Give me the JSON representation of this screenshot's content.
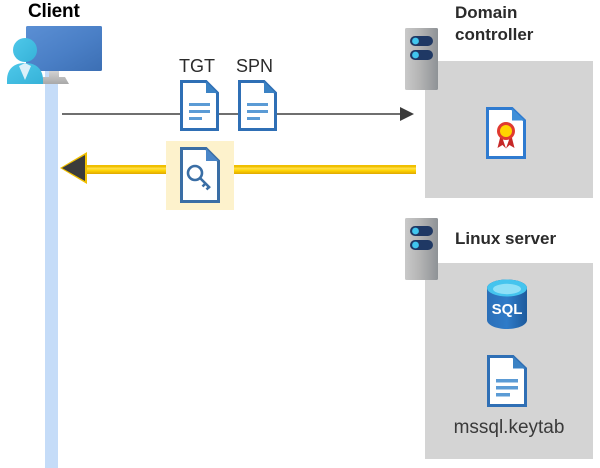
{
  "diagram": {
    "type": "sequence-diagram",
    "title_client": "Client",
    "title_domain_controller": "Domain controller",
    "title_linux_server": "Linux server"
  },
  "messages": {
    "request": {
      "labels": [
        "TGT",
        "SPN"
      ],
      "direction": "client-to-domain-controller",
      "color": "#6f6f6f"
    },
    "response": {
      "icon": "key-document-icon",
      "direction": "domain-controller-to-client",
      "color": "#f0bf00",
      "highlight_color": "#fdf2cc"
    }
  },
  "domain_controller": {
    "panel_color": "#d4d4d4",
    "icons": [
      {
        "name": "certificate-document-icon",
        "label": ""
      }
    ]
  },
  "linux_server": {
    "panel_color": "#d4d4d4",
    "icons": [
      {
        "name": "sql-database-icon",
        "label": "SQL"
      },
      {
        "name": "keytab-document-icon",
        "label": "mssql.keytab"
      }
    ],
    "keytab_label": "mssql.keytab",
    "sql_label": "SQL"
  },
  "client": {
    "icon": "workstation-user-icon",
    "lifeline_color": "#c5dcf8"
  }
}
